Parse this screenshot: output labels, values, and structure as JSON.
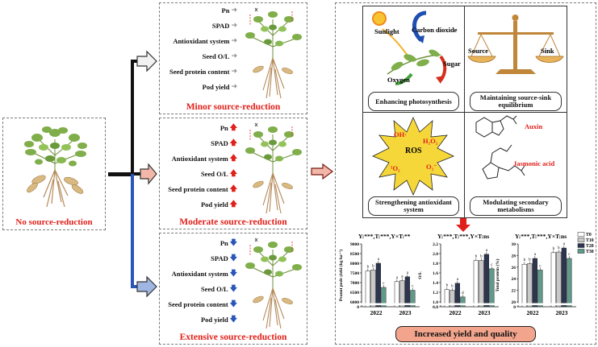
{
  "left": {
    "label": "No source-reduction"
  },
  "groups": [
    {
      "id": "minor",
      "title": "Minor source-reduction",
      "arrow": "gray",
      "items": [
        {
          "label": "Pn",
          "dir": "same"
        },
        {
          "label": "SPAD",
          "dir": "same"
        },
        {
          "label": "Antioxidant system",
          "dir": "same"
        },
        {
          "label": "Seed O/L",
          "dir": "same"
        },
        {
          "label": "Seed protein content",
          "dir": "same"
        },
        {
          "label": "Pod yield",
          "dir": "same"
        }
      ]
    },
    {
      "id": "moderate",
      "title": "Moderate source-reduction",
      "arrow": "up",
      "items": [
        {
          "label": "Pn",
          "dir": "up"
        },
        {
          "label": "SPAD",
          "dir": "up"
        },
        {
          "label": "Antioxidant system",
          "dir": "up"
        },
        {
          "label": "Seed O/L",
          "dir": "up"
        },
        {
          "label": "Seed protein content",
          "dir": "up"
        },
        {
          "label": "Pod yield",
          "dir": "up"
        }
      ]
    },
    {
      "id": "extensive",
      "title": "Extensive source-reduction",
      "arrow": "down",
      "items": [
        {
          "label": "Pn",
          "dir": "down"
        },
        {
          "label": "SPAD",
          "dir": "down"
        },
        {
          "label": "Antioxidant system",
          "dir": "down"
        },
        {
          "label": "Seed O/L",
          "dir": "down"
        },
        {
          "label": "Seed protein content",
          "dir": "down"
        },
        {
          "label": "Pod yield",
          "dir": "down"
        }
      ]
    }
  ],
  "panels": {
    "photosynthesis": {
      "caption": "Enhancing photosynthesis",
      "sunlight": "Sunlight",
      "carbon_dioxide": "Carbon dioxide",
      "sugar": "Sugar",
      "oxygen": "Oxygen"
    },
    "source_sink": {
      "caption": "Maintaining source-sink equilibrium",
      "source": "Source",
      "sink": "Sink"
    },
    "antioxidant": {
      "caption": "Strengthening antioxidant system",
      "ros": "ROS",
      "oh": "OH·",
      "h2o2": "H₂O₂",
      "o2_singlet": "¹O₂",
      "o2_superoxide": "O₂⁻"
    },
    "secondary": {
      "caption": "Modulating secondary metabolisms",
      "auxin": "Auxin",
      "jasmonic": "Jasmonic acid"
    }
  },
  "result": {
    "label": "Increased yield and quality"
  },
  "colors": {
    "red": "#e0201a",
    "T0": "#ffffff",
    "T10": "#c9c9c9",
    "T20": "#2d3550",
    "T30": "#5f9a8a",
    "arrow_gray": "#9e9e9e",
    "arrow_blue": "#2a55b8",
    "star": "#f6d73a",
    "result_fill": "#f2a58c"
  },
  "chart_data": [
    {
      "type": "bar",
      "title": "Y:***,T:***,Y×T:**",
      "ylabel": "Peanut pods yield (kg ha⁻¹)",
      "categories": [
        "2022",
        "2023"
      ],
      "yticks": [
        "0",
        "6000",
        "6500",
        "7000",
        "7500",
        "8000",
        "8500",
        "9000"
      ],
      "ylim": [
        6000,
        9000
      ],
      "axis_break": true,
      "series": [
        {
          "name": "T0",
          "values": [
            7600,
            7050
          ],
          "letters": [
            "b",
            "a"
          ]
        },
        {
          "name": "T10",
          "values": [
            7650,
            7100
          ],
          "letters": [
            "b",
            "a"
          ]
        },
        {
          "name": "T20",
          "values": [
            8000,
            7300
          ],
          "letters": [
            "a",
            "a"
          ]
        },
        {
          "name": "T30",
          "values": [
            6750,
            6600
          ],
          "letters": [
            "c",
            "c"
          ]
        }
      ]
    },
    {
      "type": "bar",
      "title": "Y:***,T:***,Y×T:ns",
      "ylabel": "O/L",
      "categories": [
        "2022",
        "2023"
      ],
      "yticks": [
        "0.8",
        "1.0",
        "1.2",
        "1.4",
        "1.6",
        "1.8",
        "2.0",
        "2.2"
      ],
      "ylim": [
        0.8,
        2.2
      ],
      "axis_break": true,
      "series": [
        {
          "name": "T0",
          "values": [
            1.1,
            1.8
          ],
          "letters": [
            "b",
            "b"
          ]
        },
        {
          "name": "T10",
          "values": [
            1.08,
            1.8
          ],
          "letters": [
            "b",
            "b"
          ]
        },
        {
          "name": "T20",
          "values": [
            1.25,
            1.95
          ],
          "letters": [
            "a",
            "a"
          ]
        },
        {
          "name": "T30",
          "values": [
            0.92,
            1.6
          ],
          "letters": [
            "d",
            "c"
          ]
        }
      ]
    },
    {
      "type": "bar",
      "title": "Y:***,T:***,Y×T:ns",
      "ylabel": "Total protein (%)",
      "categories": [
        "2022",
        "2023"
      ],
      "yticks": [
        "0",
        "20",
        "22",
        "24",
        "26",
        "28",
        "30"
      ],
      "ylim": [
        20,
        30
      ],
      "axis_break": true,
      "series": [
        {
          "name": "T0",
          "values": [
            26.5,
            28.5
          ],
          "letters": [
            "b",
            "b"
          ]
        },
        {
          "name": "T10",
          "values": [
            26.6,
            28.6
          ],
          "letters": [
            "b",
            "b"
          ]
        },
        {
          "name": "T20",
          "values": [
            27.5,
            29.3
          ],
          "letters": [
            "a",
            "a"
          ]
        },
        {
          "name": "T30",
          "values": [
            25.5,
            27.5
          ],
          "letters": [
            "c",
            "c"
          ]
        }
      ],
      "legend": [
        "T0",
        "T10",
        "T20",
        "T30"
      ]
    }
  ]
}
